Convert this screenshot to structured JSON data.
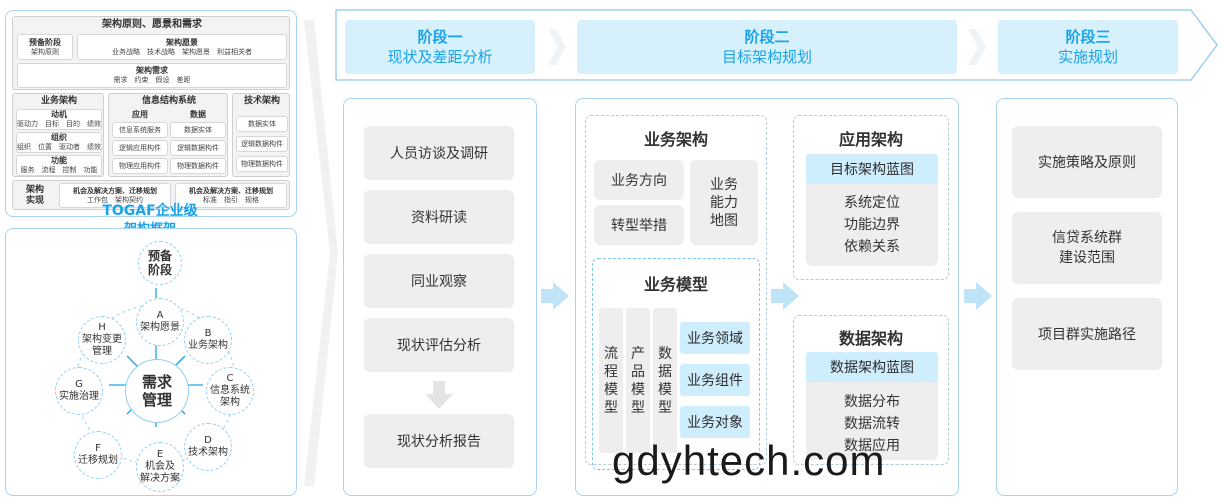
{
  "left_panel": {
    "top_title": "架构原则、愿景和需求",
    "prep": {
      "title": "预备阶段",
      "sub": "架构原则"
    },
    "vision": {
      "title": "架构愿景",
      "items": "业务战略　技术战略　架构愿景　利益相关者"
    },
    "requirements": {
      "title": "架构需求",
      "items": "需求　约束　假设　差距"
    },
    "business_arch": {
      "title": "业务架构",
      "drive": {
        "title": "动机",
        "items": "驱动力　目标　目的　绩效"
      },
      "org": {
        "title": "组织",
        "items": "组织　位置　驱动者　绩效"
      },
      "func": {
        "title": "功能",
        "items": "服务　流程　控制　功能"
      }
    },
    "info_arch": {
      "title": "信息结构系统",
      "app_title": "应用",
      "data_title": "数据",
      "app_items": [
        "信息系统服务",
        "逻辑应用构件",
        "物理应用构件"
      ],
      "data_items": [
        "数据实体",
        "逻辑数据构件",
        "物理数据构件"
      ]
    },
    "tech_arch": {
      "title": "技术架构",
      "items": [
        "数据实体",
        "逻辑数据构件",
        "物理数据构件"
      ]
    },
    "impl": {
      "title": "架构实现",
      "box1_title": "机会及解决方案、迁移规划",
      "box1_items": "工作包　架构契约",
      "box2_title": "机会及解决方案、迁移规划",
      "box2_items": "标准　指引　规格"
    },
    "togaf_line1": "TOGAF企业级",
    "togaf_line2": "架构框架",
    "cycle": {
      "prep": "预备\n阶段",
      "center": "需求\n管理",
      "nodes": [
        {
          "letter": "A",
          "label": "架构愿景"
        },
        {
          "letter": "B",
          "label": "业务架构"
        },
        {
          "letter": "C",
          "label": "信息系统\n架构"
        },
        {
          "letter": "D",
          "label": "技术架构"
        },
        {
          "letter": "E",
          "label": "机会及\n解决方案"
        },
        {
          "letter": "F",
          "label": "迁移规划"
        },
        {
          "letter": "G",
          "label": "实施治理"
        },
        {
          "letter": "H",
          "label": "架构变更\n管理"
        }
      ]
    }
  },
  "stages": [
    {
      "name": "阶段一",
      "desc": "现状及差距分析"
    },
    {
      "name": "阶段二",
      "desc": "目标架构规划"
    },
    {
      "name": "阶段三",
      "desc": "实施规划"
    }
  ],
  "stage1_items": [
    "人员访谈及调研",
    "资料研读",
    "同业观察",
    "现状评估分析",
    "现状分析报告"
  ],
  "stage2": {
    "business_arch": {
      "title": "业务架构",
      "direction": "业务方向",
      "transform": "转型举措",
      "capability": "业务\n能力\n地图"
    },
    "business_model": {
      "title": "业务模型",
      "vertical": [
        "流\n程\n模\n型",
        "产\n品\n模\n型",
        "数\n据\n模\n型"
      ],
      "chips": [
        "业务领域",
        "业务组件",
        "业务对象"
      ]
    },
    "app_arch": {
      "title": "应用架构",
      "blueprint": "目标架构蓝图",
      "items": "系统定位\n功能边界\n依赖关系"
    },
    "data_arch": {
      "title": "数据架构",
      "blueprint": "数据架构蓝图",
      "items": "数据分布\n数据流转\n数据应用"
    }
  },
  "stage3_items": [
    "实施策略及原则",
    "信贷系统群\n建设范围",
    "项目群实施路径"
  ],
  "watermark": "gdyhtech.com",
  "colors": {
    "accent_blue": "#1aa3e8",
    "light_blue": "#d6f0fc",
    "grey": "#eeeeee"
  }
}
